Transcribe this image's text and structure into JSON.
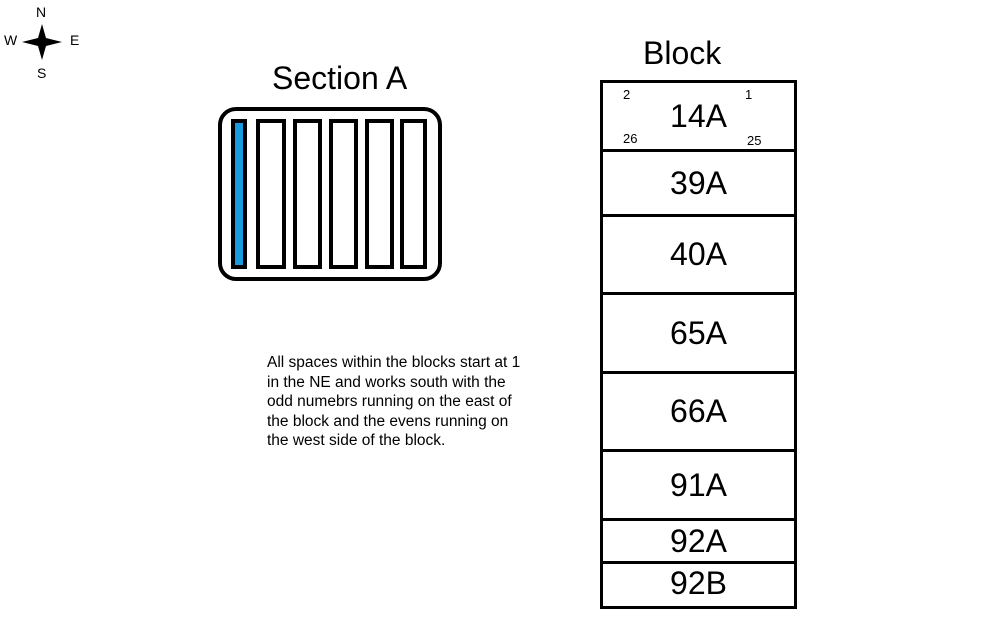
{
  "compass": {
    "n": "N",
    "e": "E",
    "s": "S",
    "w": "W"
  },
  "section": {
    "title": "Section A",
    "spaces": 6,
    "highlighted_space": 1,
    "highlight_color": "#1a9be0"
  },
  "block": {
    "title": "Block",
    "rows": [
      {
        "label": "14A",
        "corners": {
          "nw": "2",
          "ne": "1",
          "sw": "26",
          "se": "25"
        }
      },
      {
        "label": "39A"
      },
      {
        "label": "40A"
      },
      {
        "label": "65A"
      },
      {
        "label": "66A"
      },
      {
        "label": "91A"
      },
      {
        "label": "92A"
      },
      {
        "label": "92B"
      }
    ]
  },
  "note": "All spaces within the blocks start at 1 in the NE and works south with the odd numebrs running on the east of the block and the evens running on the west side of the block."
}
